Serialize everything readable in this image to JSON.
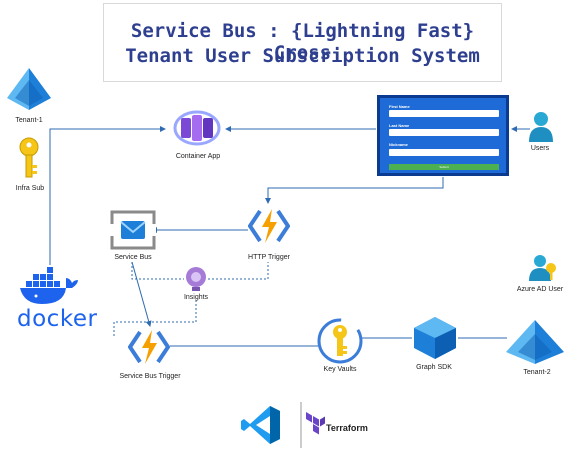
{
  "title": {
    "line1": "Service Bus : {Lightning Fast} Cross",
    "line2": "Tenant User Subscription System"
  },
  "nodes": {
    "tenant1": "Tenant-1",
    "infra_sub": "Infra Sub",
    "container_app": "Container App",
    "users": "Users",
    "service_bus": "Service Bus",
    "http_trigger": "HTTP Trigger",
    "insights": "Insights",
    "azure_ad_user": "Azure AD User",
    "service_bus_trigger": "Service Bus Trigger",
    "key_vaults": "Key Vaults",
    "graph_sdk": "Graph SDK",
    "tenant2": "Tenant-2"
  },
  "form": {
    "first_name": "First Name",
    "last_name": "Last Name",
    "nickname": "Nickname",
    "submit": "Submit"
  },
  "logos": {
    "docker": "docker",
    "terraform": "Terraform"
  },
  "icons": {
    "tenant": "azure-ad-pyramid-icon",
    "key": "key-icon",
    "container_app": "container-app-icon",
    "user": "user-icon",
    "service_bus": "service-bus-icon",
    "function": "azure-function-icon",
    "insights": "application-insights-icon",
    "key_vault": "key-vault-icon",
    "graph": "graph-sdk-icon",
    "docker": "docker-whale-icon",
    "vscode": "vscode-icon",
    "terraform": "terraform-icon"
  },
  "colors": {
    "title": "#2e3f8f",
    "connector": "#2f6bb3",
    "azure_blue": "#1e7fd8",
    "key_yellow": "#f5c518",
    "docker_blue": "#1d63ed",
    "terraform_purple": "#6a45c8"
  }
}
